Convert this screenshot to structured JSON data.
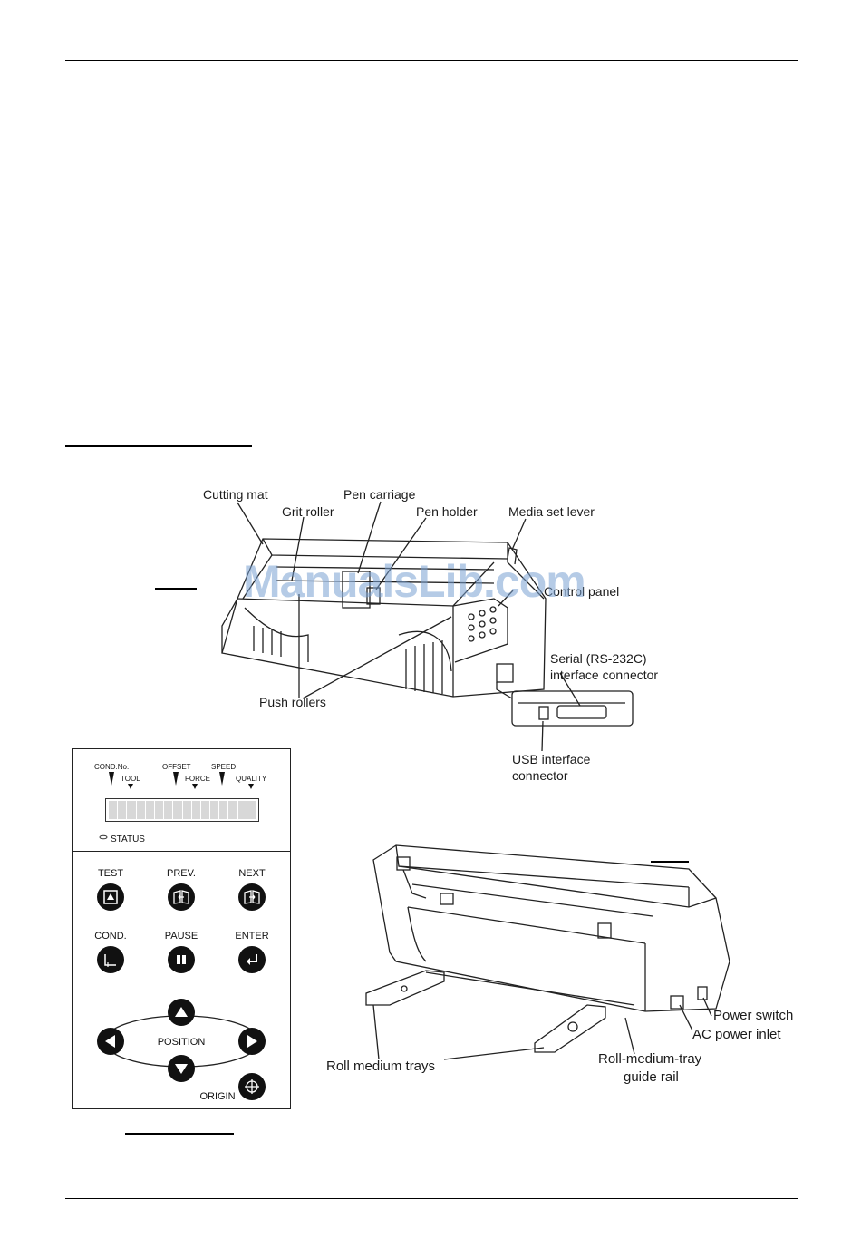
{
  "figure1": {
    "labels": {
      "cutting_mat": "Cutting mat",
      "pen_carriage": "Pen carriage",
      "grit_roller": "Grit roller",
      "pen_holder": "Pen holder",
      "media_set_lever": "Media set lever",
      "control_panel": "Control panel",
      "serial_connector_line1": "Serial (RS-232C)",
      "serial_connector_line2": "interface connector",
      "push_rollers": "Push rollers",
      "usb_connector_line1": "USB interface",
      "usb_connector_line2": "connector"
    }
  },
  "control_panel": {
    "indicators": {
      "cond_no": "COND.No.",
      "tool": "TOOL",
      "offset": "OFFSET",
      "force": "FORCE",
      "speed": "SPEED",
      "quality": "QUALITY",
      "status": "STATUS"
    },
    "keys": {
      "test": "TEST",
      "prev": "PREV.",
      "next": "NEXT",
      "cond": "COND.",
      "pause": "PAUSE",
      "enter": "ENTER",
      "position": "POSITION",
      "origin": "ORIGIN"
    }
  },
  "figure2": {
    "labels": {
      "power_switch": "Power switch",
      "ac_power_inlet": "AC power inlet",
      "roll_medium_trays": "Roll medium trays",
      "guide_rail_line1": "Roll-medium-tray",
      "guide_rail_line2": "guide rail"
    }
  },
  "watermark": "ManualsLib.com"
}
